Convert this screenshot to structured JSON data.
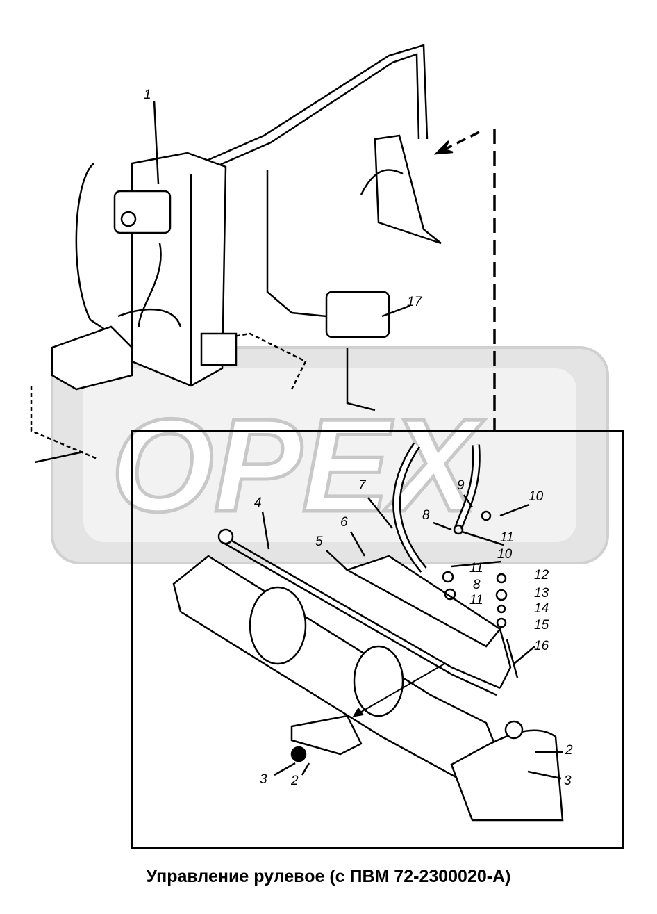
{
  "caption": "Управление рулевое (с ПВМ 72-2300020-А)",
  "watermark": "OPEX",
  "callouts": [
    "1",
    "17",
    "4",
    "7",
    "9",
    "10",
    "8",
    "11",
    "6",
    "5",
    "10",
    "11",
    "8",
    "11",
    "12",
    "13",
    "14",
    "15",
    "16",
    "2",
    "3",
    "3",
    "2"
  ],
  "colors": {
    "line": "#000000",
    "watermark": "#c8c8c8"
  }
}
